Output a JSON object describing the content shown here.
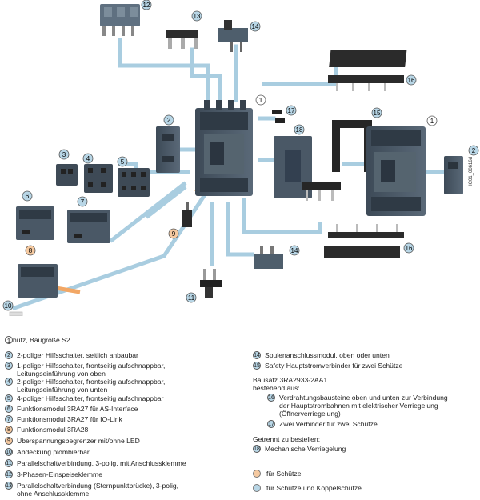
{
  "callouts": [
    "1",
    "2",
    "3",
    "4",
    "5",
    "6",
    "7",
    "8",
    "9",
    "10",
    "11",
    "12",
    "13",
    "14",
    "15",
    "16",
    "17",
    "18"
  ],
  "vertical_code": "IC01_00616d",
  "legend_left": [
    {
      "n": "1",
      "style": "plain",
      "text": "Schütz, Baugröße S2"
    },
    {
      "n": "2",
      "style": "blue",
      "text": "2-poliger Hilfsschalter, seitlich anbaubar"
    },
    {
      "n": "3",
      "style": "blue",
      "text": "1-poliger Hilfsschalter, frontseitig aufschnappbar,\nLeitungseinführung von oben"
    },
    {
      "n": "4",
      "style": "blue",
      "text": "2-poliger Hilfsschalter, frontseitig aufschnappbar,\nLeitungseinführung von unten"
    },
    {
      "n": "5",
      "style": "blue",
      "text": "4-poliger Hilfsschalter, frontseitig aufschnappbar"
    },
    {
      "n": "6",
      "style": "blue",
      "text": "Funktionsmodul 3RA27 für AS-Interface"
    },
    {
      "n": "7",
      "style": "blue",
      "text": "Funktionsmodul 3RA27 für IO-Link"
    },
    {
      "n": "8",
      "style": "orange",
      "text": "Funktionsmodul 3RA28"
    },
    {
      "n": "9",
      "style": "orange",
      "text": "Überspannungsbegrenzer mit/ohne LED"
    },
    {
      "n": "10",
      "style": "blue",
      "text": "Abdeckung plombierbar"
    },
    {
      "n": "11",
      "style": "blue",
      "text": "Parallelschaltverbindung, 3-polig, mit Anschlussklemme"
    },
    {
      "n": "12",
      "style": "blue",
      "text": "3-Phasen-Einspeiseklemme"
    },
    {
      "n": "13",
      "style": "blue",
      "text": "Parallelschaltverbindung (Sternpunktbrücke), 3-polig,\nohne Anschlussklemme"
    }
  ],
  "legend_right": [
    {
      "n": "14",
      "style": "blue",
      "text": "Spulenanschlussmodul, oben oder unten"
    },
    {
      "n": "15",
      "style": "blue",
      "text": "Safety Hauptstromverbinder für zwei Schütze"
    }
  ],
  "bausatz_title": "Bausatz 3RA2933-2AA1\nbestehend aus:",
  "bausatz_items": [
    {
      "n": "16",
      "style": "blue",
      "text": "Verdrahtungsbausteine oben und unten zur Verbindung\nder Hauptstrombahnen mit elektrischer Verriegelung\n(Öffnerverriegelung)"
    },
    {
      "n": "17",
      "style": "blue",
      "text": "Zwei Verbinder für zwei Schütze"
    }
  ],
  "separately_title": "Getrennt zu bestellen:",
  "separately_items": [
    {
      "n": "18",
      "style": "blue",
      "text": "Mechanische Verriegelung"
    }
  ],
  "key": [
    {
      "style": "orange",
      "text": "für Schütze"
    },
    {
      "style": "blue",
      "text": "für Schütze und Koppelschütze"
    }
  ],
  "colors": {
    "device": "#4a5866",
    "device_dark": "#2f3a45",
    "line_blue": "#a9cde0",
    "line_orange": "#f2a765",
    "callout_blue": "#b8d6e6",
    "callout_orange": "#f5c9a0"
  }
}
